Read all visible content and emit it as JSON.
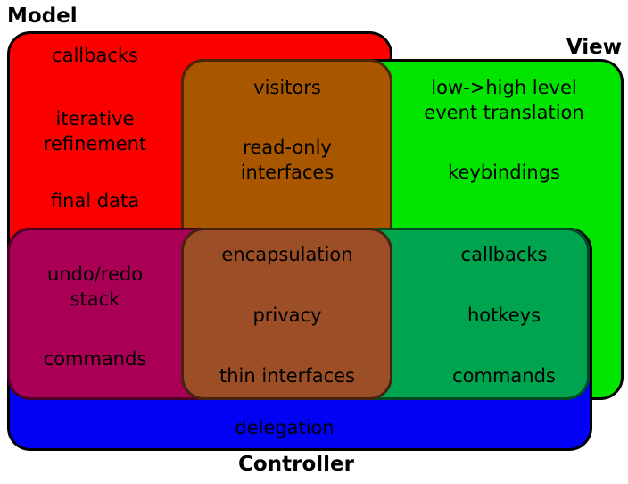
{
  "diagram": {
    "type": "venn-rectangles",
    "subject": "Model-View-Controller responsibilities",
    "titles": {
      "model": "Model",
      "view": "View",
      "controller": "Controller"
    },
    "colors": {
      "model": "#fc0000",
      "view": "#00e400",
      "controller": "#0101f6",
      "model_view": "#a85700",
      "model_controller": "#a90055",
      "view_controller": "#00a44f",
      "model_view_controller": "#9c4f27",
      "border": "#000000",
      "text": "#000000",
      "background": "#ffffff"
    },
    "regions": {
      "model_only": {
        "items": [
          [
            "callbacks"
          ],
          [
            "iterative",
            "refinement"
          ],
          [
            "final data"
          ]
        ]
      },
      "model_view": {
        "items": [
          [
            "visitors"
          ],
          [
            "read-only",
            "interfaces"
          ]
        ]
      },
      "view_only": {
        "items": [
          [
            "low->high level",
            "event translation"
          ],
          [
            "keybindings"
          ]
        ]
      },
      "model_controller": {
        "items": [
          [
            "undo/redo",
            "stack"
          ],
          [
            "commands"
          ]
        ]
      },
      "model_view_controller": {
        "items": [
          [
            "encapsulation"
          ],
          [
            "privacy"
          ],
          [
            "thin interfaces"
          ]
        ]
      },
      "view_controller": {
        "items": [
          [
            "callbacks"
          ],
          [
            "hotkeys"
          ],
          [
            "commands"
          ]
        ]
      },
      "controller_only": {
        "items": [
          [
            "delegation"
          ]
        ]
      }
    }
  }
}
